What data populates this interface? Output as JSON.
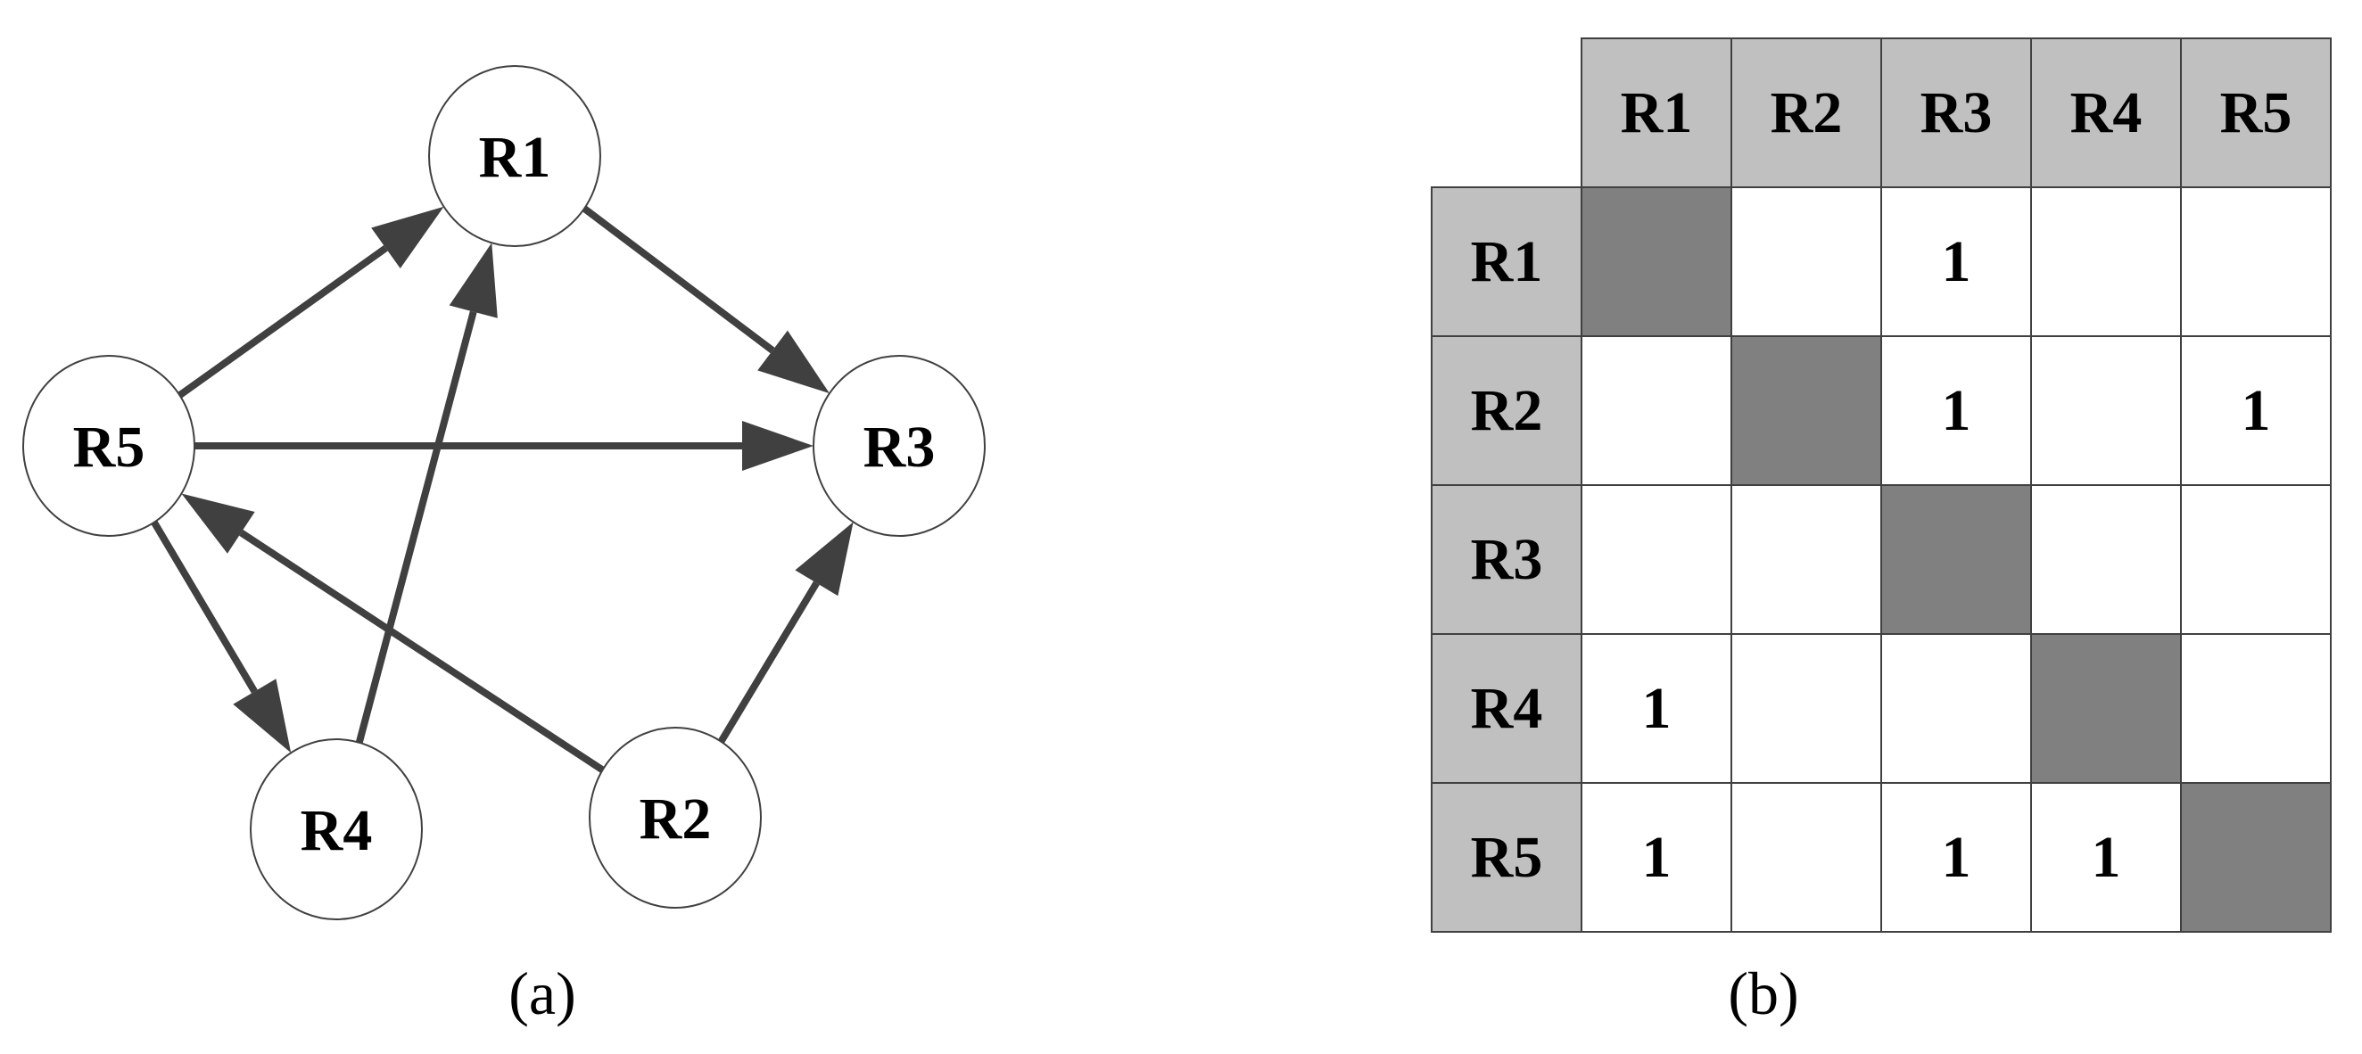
{
  "graph": {
    "caption": "(a)",
    "nodes": [
      "R1",
      "R2",
      "R3",
      "R4",
      "R5"
    ],
    "edges": [
      {
        "from": "R5",
        "to": "R1"
      },
      {
        "from": "R4",
        "to": "R1"
      },
      {
        "from": "R1",
        "to": "R3"
      },
      {
        "from": "R5",
        "to": "R3"
      },
      {
        "from": "R2",
        "to": "R3"
      },
      {
        "from": "R2",
        "to": "R5"
      },
      {
        "from": "R5",
        "to": "R4"
      }
    ]
  },
  "matrix": {
    "caption": "(b)",
    "columns": [
      "R1",
      "R2",
      "R3",
      "R4",
      "R5"
    ],
    "rows": [
      {
        "label": "R1",
        "cells": [
          "",
          "",
          "1",
          "",
          ""
        ]
      },
      {
        "label": "R2",
        "cells": [
          "",
          "",
          "1",
          "",
          "1"
        ]
      },
      {
        "label": "R3",
        "cells": [
          "",
          "",
          "",
          "",
          ""
        ]
      },
      {
        "label": "R4",
        "cells": [
          "1",
          "",
          "",
          "",
          ""
        ]
      },
      {
        "label": "R5",
        "cells": [
          "1",
          "",
          "1",
          "1",
          ""
        ]
      }
    ]
  },
  "colors": {
    "header": "#c0c0c0",
    "diagonal": "#808080",
    "edge": "#404040"
  }
}
